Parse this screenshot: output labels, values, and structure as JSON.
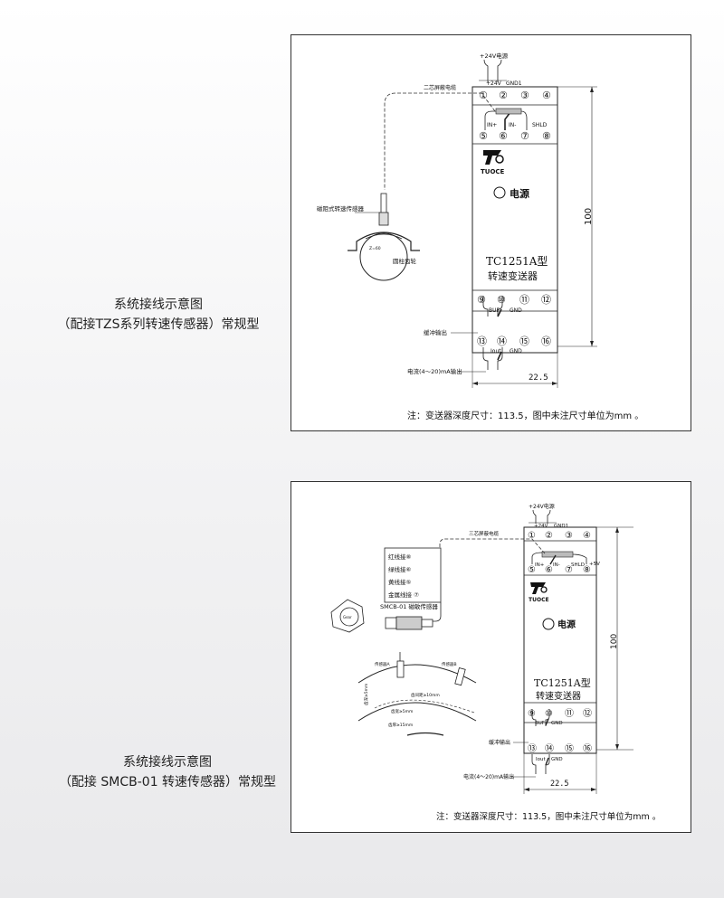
{
  "diagram1": {
    "caption_line1": "系统接线示意图",
    "caption_line2": "（配接TZS系列转速传感器）常规型",
    "power_label": "+24V电源",
    "plus24_label": "+24V",
    "gnd1_label": "GND1",
    "cable_label": "二芯屏蔽电缆",
    "in_plus_label": "IN+",
    "in_minus_label": "IN-",
    "shld_label": "SHLD",
    "brand_label": "TUOCE",
    "power_indicator_label": "电源",
    "model_label": "TC1251A型",
    "device_name": "转速变送器",
    "sensor_label": "磁阻式转速传感器",
    "gear_label": "圆柱齿轮",
    "gear_z": "Z=60",
    "buf_label": "BUF",
    "gnd_label": "GND",
    "iout_label": "Iout",
    "buffer_output_label": "缓冲输出",
    "current_output_label": "电流(4～20)mA输出",
    "height_dim": "100",
    "width_dim": "22.5",
    "note": "注：变送器深度尺寸：113.5，图中未注尺寸单位为mm 。",
    "terminals_top": [
      "①",
      "②",
      "③",
      "④"
    ],
    "terminals_mid": [
      "⑤",
      "⑥",
      "⑦",
      "⑧"
    ],
    "terminals_low1": [
      "⑨",
      "⑩",
      "⑪",
      "⑫"
    ],
    "terminals_low2": [
      "⑬",
      "⑭",
      "⑮",
      "⑯"
    ]
  },
  "diagram2": {
    "caption_line1": "系统接线示意图",
    "caption_line2": "（配接 SMCB-01 转速传感器）常规型",
    "power_label": "+24V电源",
    "plus24_label": "+24V",
    "gnd1_label": "GND1",
    "cable_label": "三芯屏蔽电缆",
    "in_plus_label": "IN+",
    "in_minus_label": "IN-",
    "shld_label": "SHLD",
    "plus5_label": "+5V",
    "wire_red": "红线接⑧",
    "wire_green": "绿线接⑥",
    "wire_yellow": "黄线接⑤",
    "wire_metal": "金属线接 ⑦",
    "sensor_label": "SMCB-01  磁敏传感器",
    "gear_label": "Gear",
    "sensor_a": "传感器A",
    "sensor_b": "传感器B",
    "gap_label": "齿间距≥10mm",
    "tooth_width_label": "齿宽≥5mm",
    "tooth_depth_label": "齿深≥5mm",
    "tooth_len_label": "齿厚≥15mm",
    "brand_label": "TUOCE",
    "power_indicator_label": "电源",
    "model_label": "TC1251A型",
    "device_name": "转速变送器",
    "buf_label": "BUF",
    "gnd_label": "GND",
    "iout_label": "Iout",
    "buffer_output_label": "缓冲输出",
    "current_output_label": "电流(4～20)mA输出",
    "height_dim": "100",
    "width_dim": "22.5",
    "note": "注：变送器深度尺寸：113.5，图中未注尺寸单位为mm 。",
    "terminals_top": [
      "①",
      "②",
      "③",
      "④"
    ],
    "terminals_mid": [
      "⑤",
      "⑥",
      "⑦",
      "⑧"
    ],
    "terminals_low1": [
      "⑨",
      "⑩",
      "⑪",
      "⑫"
    ],
    "terminals_low2": [
      "⑬",
      "⑭",
      "⑮",
      "⑯"
    ]
  }
}
